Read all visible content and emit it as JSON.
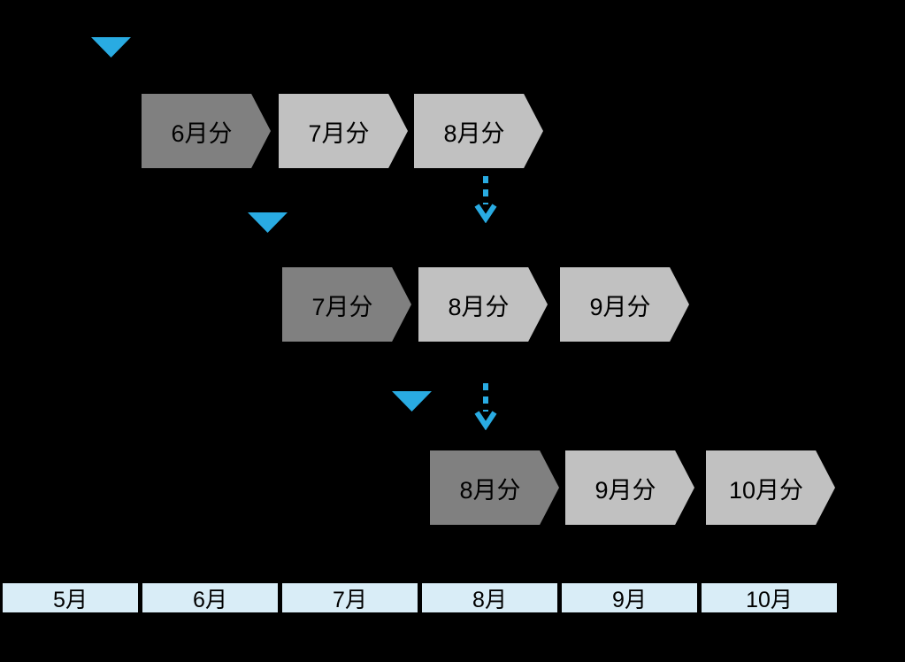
{
  "colors": {
    "background": "#000000",
    "chevron_current": "#808080",
    "chevron_upcoming": "#c1c1c1",
    "accent_cyan": "#29abe2",
    "timeline_cell": "#d9edf7",
    "label_text": "#000000"
  },
  "rows": [
    {
      "chevrons": [
        {
          "label": "6月分"
        },
        {
          "label": "7月分"
        },
        {
          "label": "8月分"
        }
      ]
    },
    {
      "chevrons": [
        {
          "label": "7月分"
        },
        {
          "label": "8月分"
        },
        {
          "label": "9月分"
        }
      ]
    },
    {
      "chevrons": [
        {
          "label": "8月分"
        },
        {
          "label": "9月分"
        },
        {
          "label": "10月分"
        }
      ]
    }
  ],
  "timeline": {
    "months": [
      "5月",
      "6月",
      "7月",
      "8月",
      "9月",
      "10月"
    ]
  }
}
